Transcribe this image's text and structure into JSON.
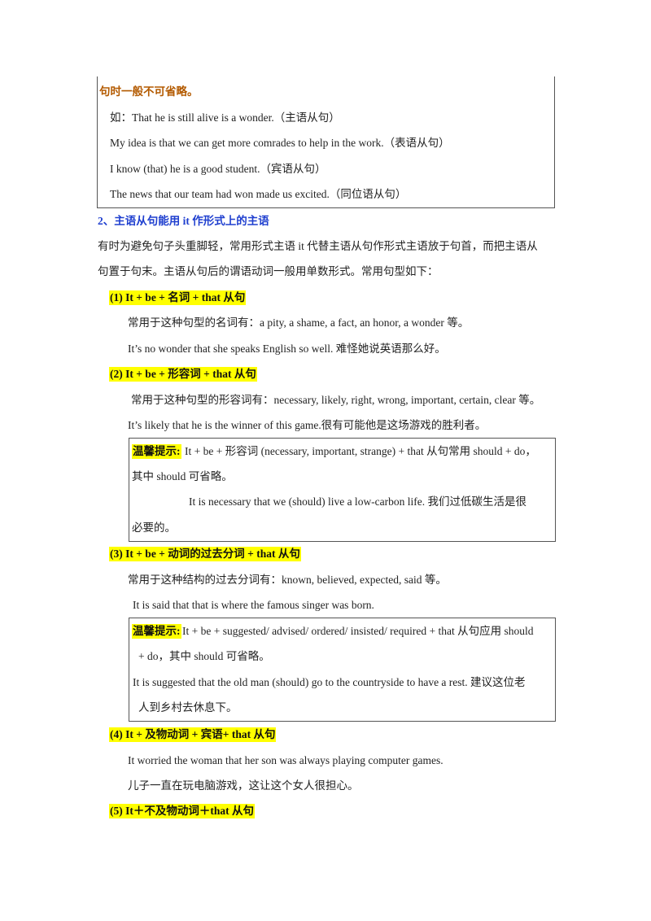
{
  "top_box": {
    "continuation": "句时一般不可省略。",
    "examples": [
      "如：That he is still alive is a wonder.（主语从句）",
      "My idea is that we can get more comrades to help in the work.（表语从句）",
      "I know (that) he is a good student.（宾语从句）",
      "The news that our team had won made us excited.（同位语从句）"
    ]
  },
  "section2": {
    "heading": "2、主语从句能用 it 作形式上的主语",
    "intro_line1": "有时为避免句子头重脚轻，常用形式主语 it 代替主语从句作形式主语放于句首，而把主语从",
    "intro_line2": "句置于句末。主语从句后的谓语动词一般用单数形式。常用句型如下："
  },
  "pattern1": {
    "label": "(1) It + be +  名词  + that 从句",
    "line1": "常用于这种句型的名词有：a pity, a shame, a fact, an honor, a wonder 等。",
    "line2": "It’s no wonder that she speaks English so well.  难怪她说英语那么好。"
  },
  "pattern2": {
    "label": "(2) It + be +  形容词  + that 从句",
    "line1": "常用于这种句型的形容词有：necessary, likely, right, wrong, important, certain, clear 等。",
    "line2": "It’s likely that he is the winner of this game.很有可能他是这场游戏的胜利者。",
    "tip_label": "温馨提示:",
    "tip_line1": "It + be +  形容词  (necessary, important, strange) + that 从句常用 should + do，",
    "tip_line2": "其中 should 可省略。",
    "tip_line3": "It is necessary that we (should) live a low-carbon life.  我们过低碳生活是很",
    "tip_line4": "必要的。"
  },
  "pattern3": {
    "label": "(3) It + be +  动词的过去分词  + that 从句",
    "line1": "常用于这种结构的过去分词有：known, believed, expected, said 等。",
    "line2": "It is said that that is where the famous singer was born.",
    "tip_label": "温馨提示:",
    "tip_line1": " It + be + suggested/ advised/ ordered/ insisted/ required + that 从句应用 should",
    "tip_line2": "+ do，其中 should 可省略。",
    "tip_line3": "It is suggested that the old man (should) go to the countryside to have a rest.  建议这位老",
    "tip_line4": "人到乡村去休息下。"
  },
  "pattern4": {
    "label": "(4) It +  及物动词  +  宾语+ that  从句",
    "line1": "It worried the woman that her son was always playing computer games.",
    "line2": "儿子一直在玩电脑游戏，这让这个女人很担心。"
  },
  "pattern5": {
    "label": "(5) It＋不及物动词＋that 从句"
  }
}
